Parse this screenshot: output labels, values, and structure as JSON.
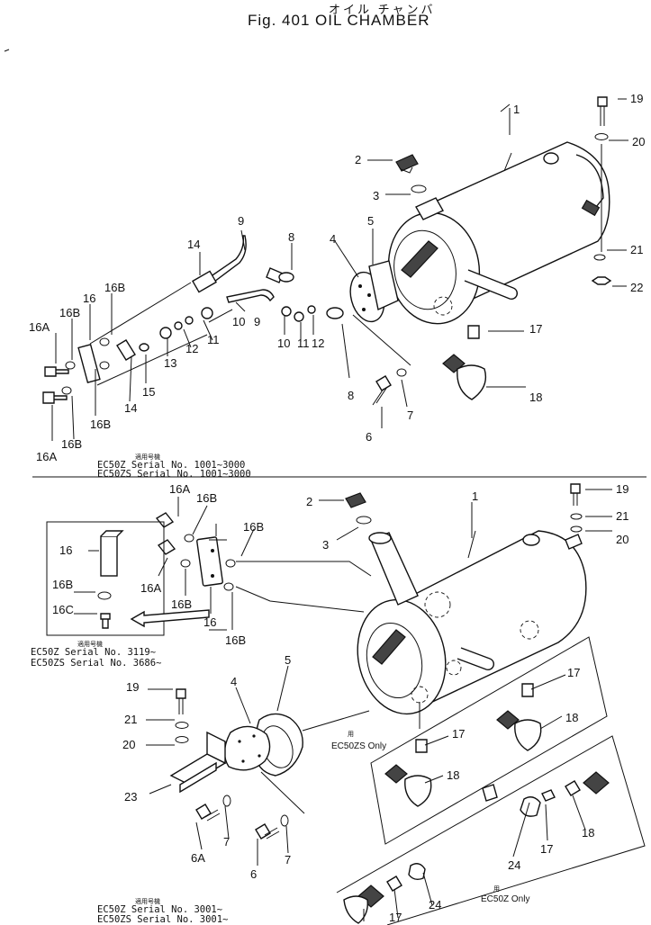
{
  "title": {
    "kana": "オイル チャンバ",
    "fig_number": "Fig. 401",
    "name": "OIL CHAMBER"
  },
  "applicability": {
    "top_block": {
      "heading": "適用号機",
      "lines": [
        "EC50Z   Serial No. 1001~3000",
        "EC50ZS  Serial No. 1001~3000"
      ]
    },
    "inset_block": {
      "heading": "適用号機",
      "lines": [
        "EC50Z   Serial No. 3119~",
        "EC50ZS  Serial No. 3686~"
      ]
    },
    "bottom_block": {
      "heading": "適用号機",
      "lines": [
        "EC50Z   Serial No. 3001~",
        "EC50ZS  Serial No. 3001~"
      ]
    },
    "ec50zs_only": {
      "heading": "用",
      "text": "EC50ZS Only"
    },
    "ec50z_only": {
      "heading": "用",
      "text": "EC50Z Only"
    }
  },
  "callouts": {
    "top": [
      "19",
      "20",
      "1",
      "2",
      "3",
      "21",
      "22",
      "9",
      "8",
      "4",
      "5",
      "14",
      "16B",
      "16",
      "16A",
      "16B",
      "10",
      "9",
      "17",
      "13",
      "12",
      "11",
      "10",
      "11",
      "12",
      "16B",
      "14",
      "15",
      "8",
      "18",
      "6",
      "7",
      "16A",
      "16B"
    ],
    "mid": [
      "16A",
      "16B",
      "2",
      "1",
      "19",
      "21",
      "20",
      "3",
      "16B",
      "16",
      "16B",
      "16C",
      "16A",
      "16B",
      "16",
      "16B"
    ],
    "bottom": [
      "19",
      "5",
      "4",
      "21",
      "20",
      "23",
      "6A",
      "7",
      "6",
      "7",
      "17",
      "18",
      "17",
      "18",
      "24",
      "17",
      "18",
      "24",
      "17"
    ]
  }
}
